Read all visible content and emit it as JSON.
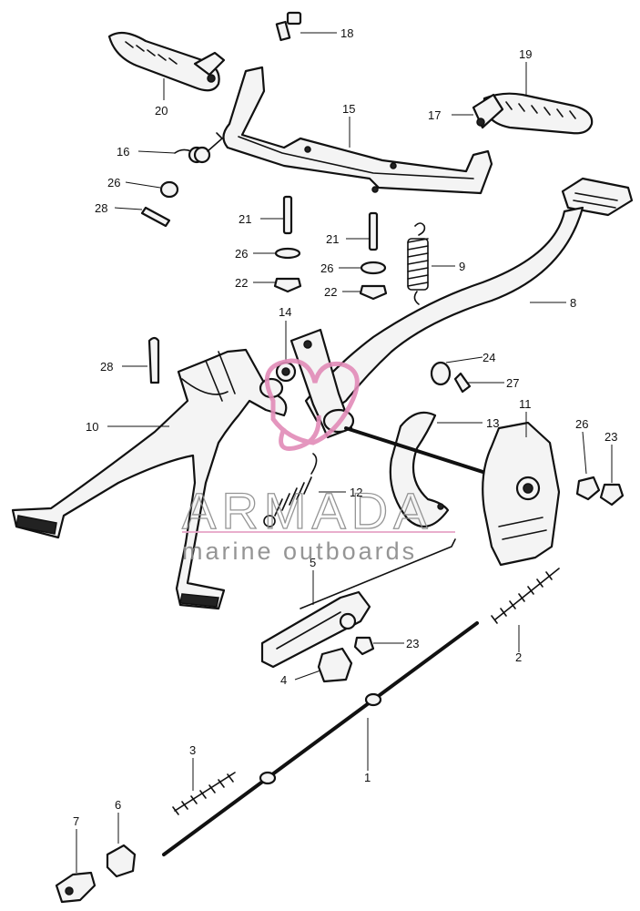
{
  "watermark": {
    "brand": "ARMADA",
    "tagline": "marine outboards",
    "logo_color": "#e28bb8"
  },
  "callouts": [
    "1",
    "2",
    "3",
    "4",
    "5",
    "6",
    "7",
    "8",
    "9",
    "10",
    "11",
    "12",
    "13",
    "14",
    "15",
    "16",
    "17",
    "18",
    "19",
    "20",
    "21",
    "21",
    "22",
    "22",
    "23",
    "23",
    "24",
    "26",
    "26",
    "26",
    "26",
    "27",
    "28",
    "28"
  ]
}
